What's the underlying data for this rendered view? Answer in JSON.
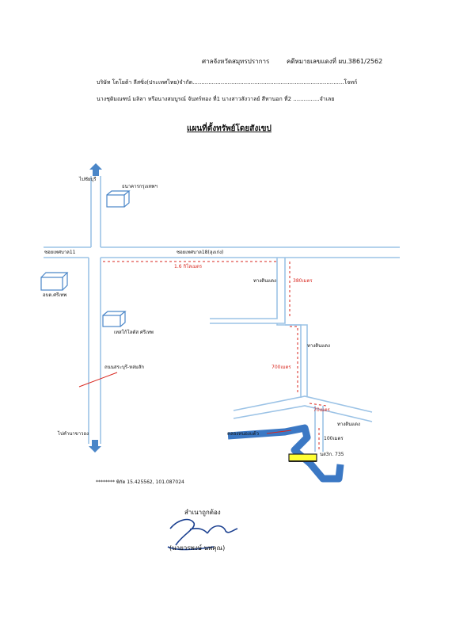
{
  "header": {
    "court": "ศาลจังหวัดสมุทรปราการ",
    "case_number": "คดีหมายเลขแดงที่ ผบ.3861/2562",
    "plaintiff_line": "บริษัท โตโยต้า ลีสซิ่ง(ประเทศไทย)จำกัด......................................................................................โจทก์",
    "defendant_line": "นางชุติมณฑน์ มลิลา หรือนางสมบูรณ์ จันทร์ทอง ที่1 นางสาวสังวาลย์ สีทานอก ที่2 ...............จำเลย"
  },
  "title": "แผนที่ตั้งทรัพย์โดยสังเขป",
  "map": {
    "to_chaiyaphum": "ไปชัยบุรี",
    "bank": "ธนาคารกรุงเทพฯ",
    "soi_tesaban11": "ซอยเทศบาล11",
    "soi_tesaban18": "ซอยเทศบาล18(ลุงเก่ง)",
    "dist_1_6km": "1.6 กิโลเมตร",
    "dirt_road_1": "ทางดินแดง",
    "dist_380m": "380เมตร",
    "district_office": "อบต.ศรีเทพ",
    "tesco": "เทสโก้โลตัส ศรีเทพ",
    "dirt_road_2": "ทางดินแดง",
    "road_saraburi": "ถนนสระบุรี-หล่มสัก",
    "dist_700m": "700เมตร",
    "dist_70m": "70เมตร",
    "dirt_road_3": "ทางดินแดง",
    "to_khanong": "ไปคำนาขาวอง",
    "canal": "คลองหนองแต้ว",
    "dist_100m": "100เมตร",
    "plot": "นส3ก. 735",
    "coordinates": "******** พิกัด 15.425562, 101.087024"
  },
  "certification": {
    "label": "สำเนาถูกต้อง",
    "name": "(นายวรพงษ์ นพคุณ)"
  },
  "colors": {
    "road": "#9cc3e6",
    "canal": "#3b78c4",
    "dashed": "#d8261e",
    "plot": "#ffff33",
    "arrow": "#4a86c8"
  }
}
